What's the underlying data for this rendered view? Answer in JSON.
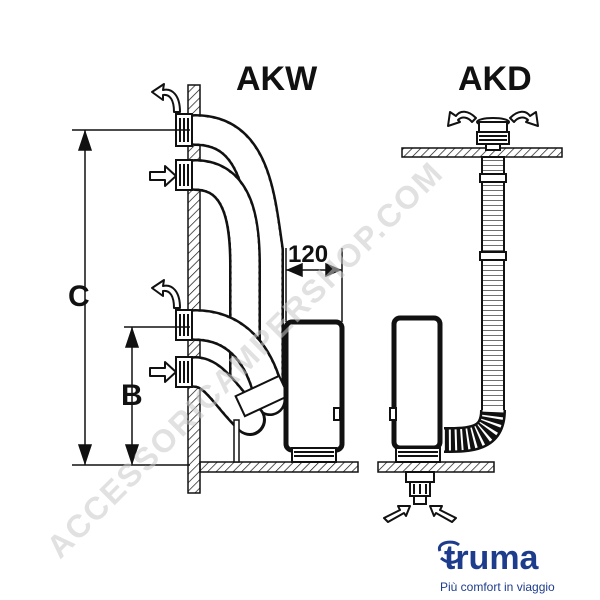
{
  "diagram": {
    "left_title": "AKW",
    "right_title": "AKD",
    "dimension_c": "C",
    "dimension_b": "B",
    "dimension_width": "120"
  },
  "watermark": {
    "text": "ACCESSORICAMPERSHOP.COM"
  },
  "brand": {
    "name": "truma",
    "tagline": "Più comfort in viaggio",
    "color": "#1d3c8c"
  },
  "colors": {
    "ink": "#111111",
    "line_gray": "#555555",
    "watermark": "#c9c9c9"
  }
}
